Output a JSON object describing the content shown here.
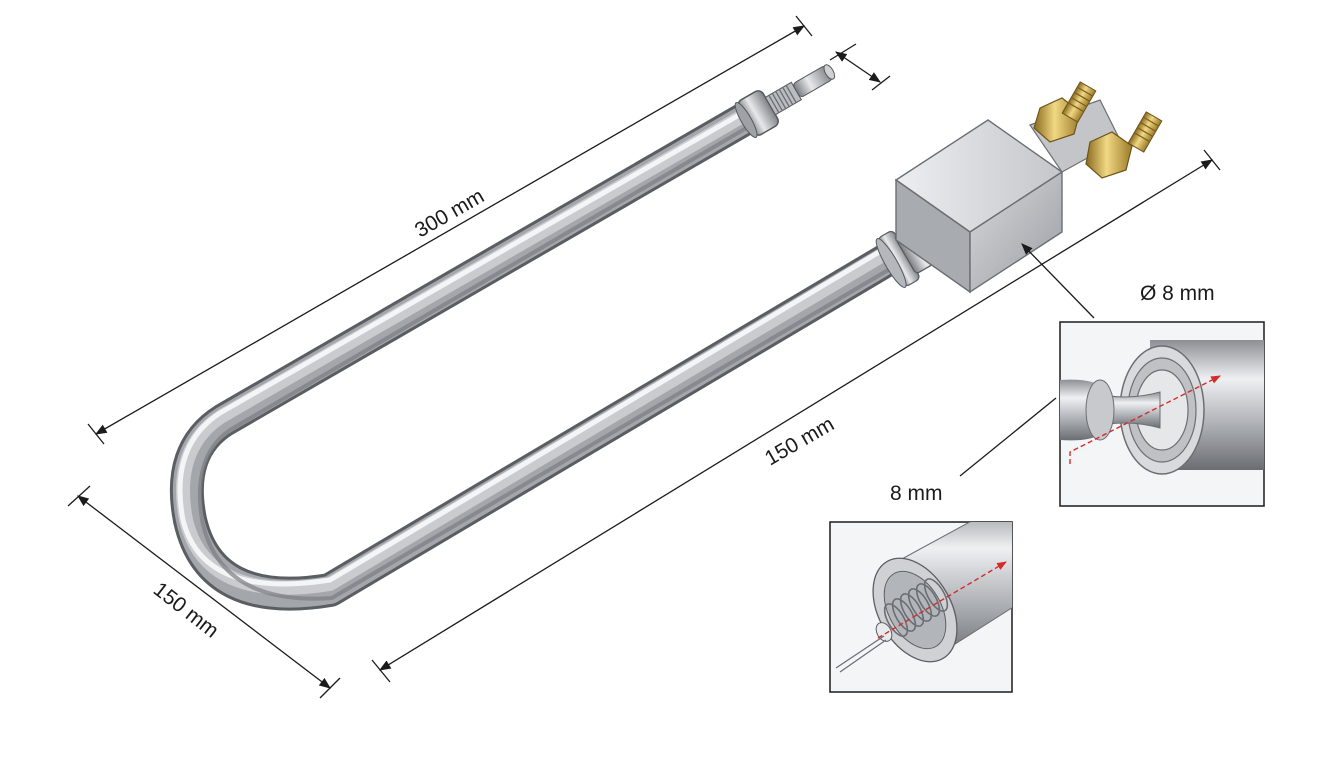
{
  "dimensions": {
    "length_top": "300 mm",
    "length_bottom": "150 mm",
    "width": "150 mm",
    "diameter": "Ø 8 mm",
    "detail_label": "8 mm"
  },
  "colors": {
    "steel_light": "#f2f3f5",
    "steel_mid": "#a7aaaf",
    "steel_dark": "#6d7075",
    "brass": "#c9a44a",
    "arrow_red": "#d62b2b",
    "line": "#1b1b1b"
  }
}
